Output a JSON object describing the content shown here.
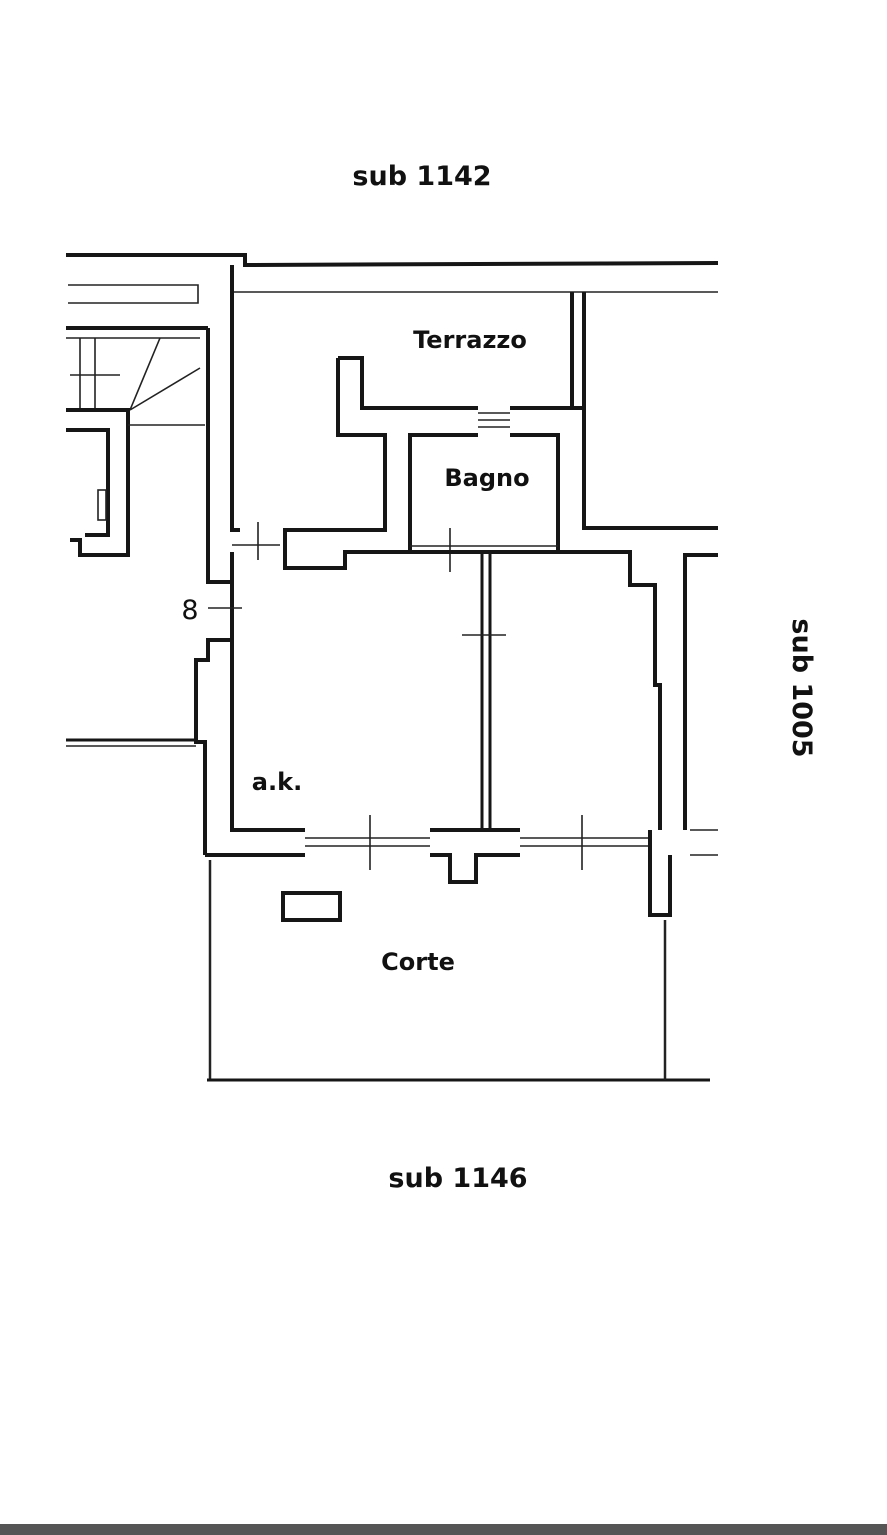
{
  "plan": {
    "neighbors": {
      "top": "sub 1142",
      "right": "sub 1005",
      "bottom": "sub 1146"
    },
    "rooms": {
      "terrace": "Terrazzo",
      "bathroom": "Bagno",
      "main_room": "a.k.",
      "courtyard": "Corte"
    },
    "entrance_number": "8"
  },
  "colors": {
    "ink": "#161616",
    "background": "#ffffff",
    "bottom_bar": "#555555"
  }
}
